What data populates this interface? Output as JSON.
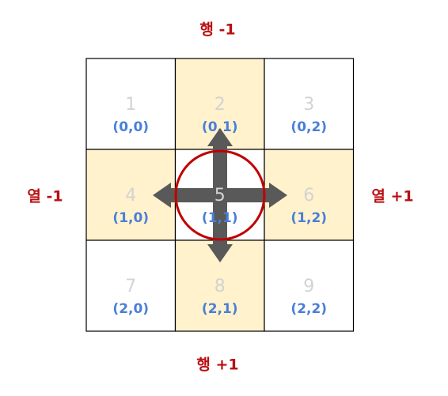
{
  "labels": {
    "top": "행 -1",
    "bottom": "행 +1",
    "left": "열 -1",
    "right": "열 +1"
  },
  "grid": {
    "cells": [
      {
        "num": "1",
        "coord": "(0,0)",
        "highlight": false
      },
      {
        "num": "2",
        "coord": "(0,1)",
        "highlight": true
      },
      {
        "num": "3",
        "coord": "(0,2)",
        "highlight": false
      },
      {
        "num": "4",
        "coord": "(1,0)",
        "highlight": true
      },
      {
        "num": "5",
        "coord": "(1,1)",
        "highlight": false
      },
      {
        "num": "6",
        "coord": "(1,2)",
        "highlight": true
      },
      {
        "num": "7",
        "coord": "(2,0)",
        "highlight": false
      },
      {
        "num": "8",
        "coord": "(2,1)",
        "highlight": true
      },
      {
        "num": "9",
        "coord": "(2,2)",
        "highlight": false
      }
    ]
  },
  "colors": {
    "highlight": "#fff2cc",
    "plain": "#ffffff",
    "border": "#000000",
    "circle": "#c00000",
    "arrow": "#595959"
  },
  "arrows": [
    "up",
    "down",
    "left",
    "right"
  ]
}
